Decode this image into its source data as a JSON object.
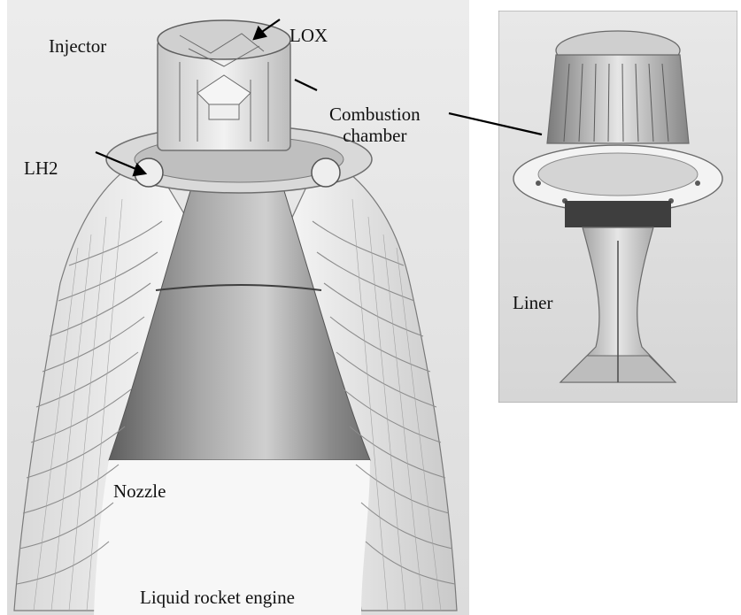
{
  "labels": {
    "injector": "Injector",
    "lox": "LOX",
    "lh2": "LH2",
    "combustion_chamber_line1": "Combustion",
    "combustion_chamber_line2": "chamber",
    "nozzle": "Nozzle",
    "caption": "Liquid rocket engine",
    "liner": "Liner"
  },
  "colors": {
    "photo_background": "#e6e6e6",
    "metal_light": "#f4f4f4",
    "metal_mid": "#bdbdbd",
    "metal_dark": "#6e6e6e",
    "text": "#111111"
  }
}
